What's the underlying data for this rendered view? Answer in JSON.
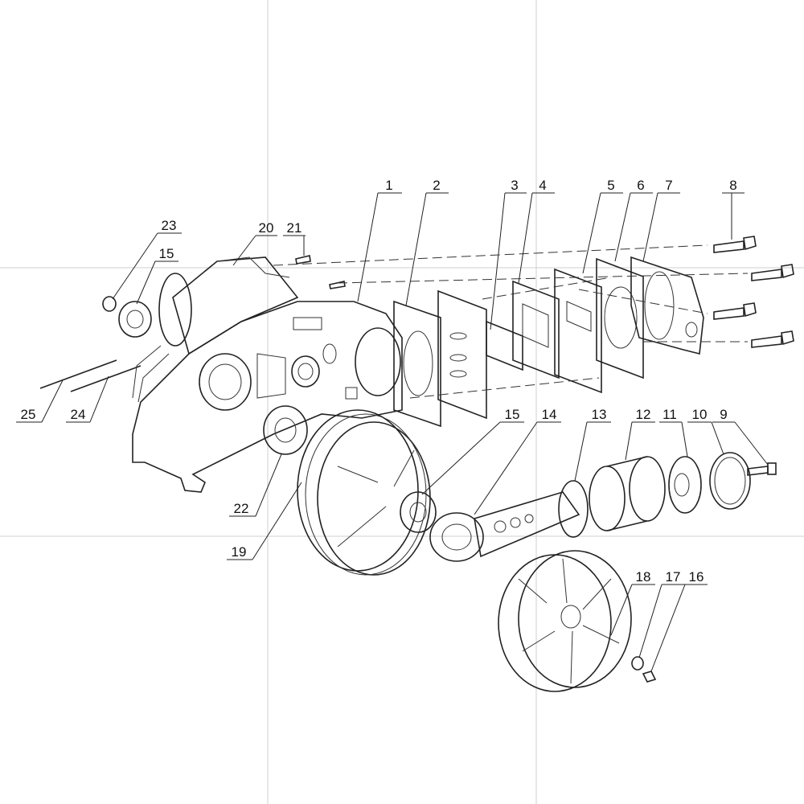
{
  "diagram": {
    "type": "exploded parts diagram",
    "callouts": [
      {
        "id": "c1",
        "label": "1"
      },
      {
        "id": "c2",
        "label": "2"
      },
      {
        "id": "c3",
        "label": "3"
      },
      {
        "id": "c4",
        "label": "4"
      },
      {
        "id": "c5",
        "label": "5"
      },
      {
        "id": "c6",
        "label": "6"
      },
      {
        "id": "c7",
        "label": "7"
      },
      {
        "id": "c8",
        "label": "8"
      },
      {
        "id": "c9",
        "label": "9"
      },
      {
        "id": "c10",
        "label": "10"
      },
      {
        "id": "c11",
        "label": "11"
      },
      {
        "id": "c12",
        "label": "12"
      },
      {
        "id": "c13",
        "label": "13"
      },
      {
        "id": "c14",
        "label": "14"
      },
      {
        "id": "c15a",
        "label": "15"
      },
      {
        "id": "c15b",
        "label": "15"
      },
      {
        "id": "c16",
        "label": "16"
      },
      {
        "id": "c17",
        "label": "17"
      },
      {
        "id": "c18",
        "label": "18"
      },
      {
        "id": "c19",
        "label": "19"
      },
      {
        "id": "c20",
        "label": "20"
      },
      {
        "id": "c21",
        "label": "21"
      },
      {
        "id": "c22",
        "label": "22"
      },
      {
        "id": "c23",
        "label": "23"
      },
      {
        "id": "c24",
        "label": "24"
      },
      {
        "id": "c25",
        "label": "25"
      }
    ]
  }
}
